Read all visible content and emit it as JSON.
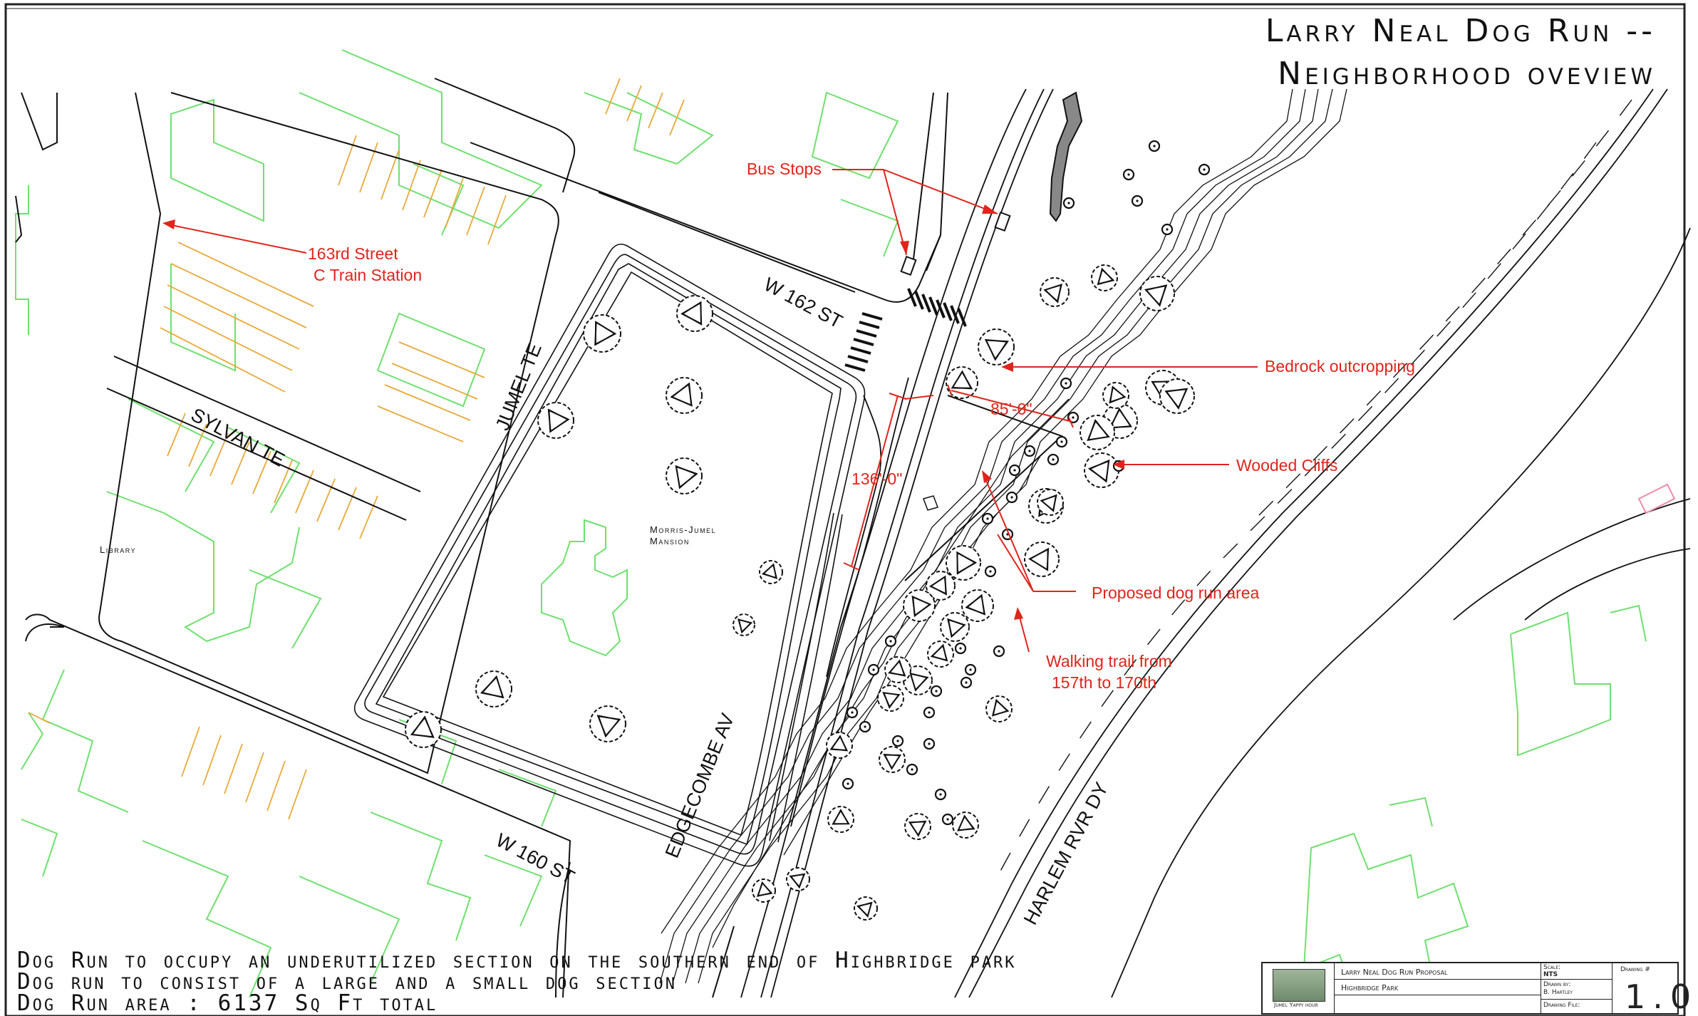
{
  "title": {
    "line1": "Larry Neal Dog Run --",
    "line2": "Neighborhood oveview"
  },
  "streets": {
    "w162": "W 162 ST",
    "jumel": "JUMEL TE",
    "sylvan": "SYLVAN TE",
    "edgecombe": "EDGECOMBE AV",
    "w160": "W 160 ST",
    "harlem": "HARLEM RVR DY"
  },
  "places": {
    "library": "Library",
    "mansion_line1": "Morris-Jumel",
    "mansion_line2": "Mansion"
  },
  "annotations": {
    "bus_stops": "Bus Stops",
    "station_line1": "163rd  Street",
    "station_line2": "C Train Station",
    "bedrock": "Bedrock outcropping",
    "cliffs": "Wooded Cliffs",
    "proposed": "Proposed dog run area",
    "trail_line1": "Walking trail from",
    "trail_line2": "157th to 170th",
    "dim_85": "85'-0\"",
    "dim_136": "136'-0\""
  },
  "notes": [
    "Dog Run to occupy an underutilized section on the southern end of Highbridge park",
    "Dog run to consist of a large and a small dog section",
    "Dog Run area : 6137 Sq Ft total"
  ],
  "title_block": {
    "project": "Larry Neal Dog Run Proposal",
    "location": "Highbridge Park",
    "photo_caption": "Jumel Yappy hour",
    "scale_label": "Scale:",
    "scale_value": "NTS",
    "drawn_label": "Drawn by:",
    "drawn_value": "B. Hartley",
    "drawing_file_label": "Drawing File:",
    "drawing_num_label": "Drawing #",
    "drawing_num_value": "1.0"
  },
  "colors": {
    "annotation": "#e0241b",
    "building": "#6ee06e",
    "lot": "#e8a93a",
    "linework": "#111111"
  }
}
